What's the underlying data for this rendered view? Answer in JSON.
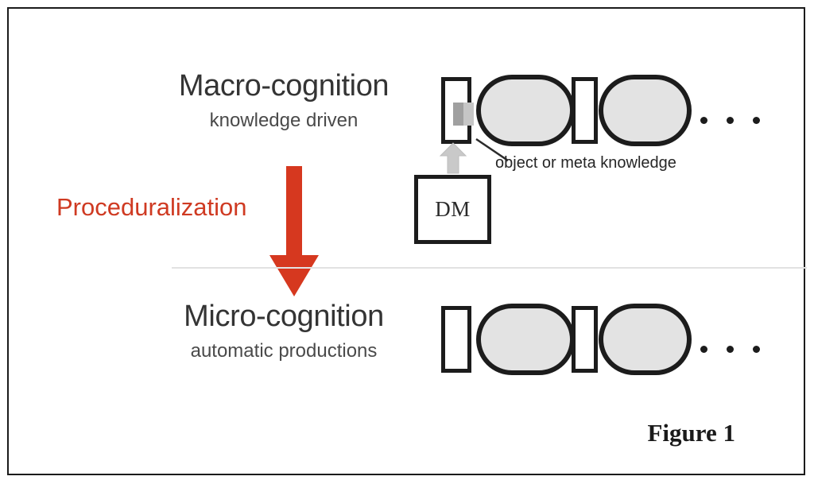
{
  "figure": {
    "caption": "Figure 1",
    "background_color": "#ffffff",
    "border_color": "#1b1b1b"
  },
  "macro": {
    "title": "Macro-cognition",
    "subtitle": "knowledge driven",
    "shapes": [
      {
        "kind": "buffer-rect",
        "name": "buffer-slot-1",
        "filled": true
      },
      {
        "kind": "stadium",
        "name": "chunk-1"
      },
      {
        "kind": "buffer-rect",
        "name": "buffer-slot-2",
        "filled": false
      },
      {
        "kind": "stadium",
        "name": "chunk-2"
      }
    ],
    "ellipsis_dots": 3
  },
  "micro": {
    "title": "Micro-cognition",
    "subtitle": "automatic productions",
    "shapes": [
      {
        "kind": "buffer-rect",
        "name": "buffer-slot-1",
        "filled": false
      },
      {
        "kind": "stadium",
        "name": "chunk-1"
      },
      {
        "kind": "buffer-rect",
        "name": "buffer-slot-2",
        "filled": false
      },
      {
        "kind": "stadium",
        "name": "chunk-2"
      }
    ],
    "ellipsis_dots": 3
  },
  "transition": {
    "label": "Proceduralization",
    "label_color": "#cf3a22",
    "arrow_color": "#d6381f",
    "arrow_direction": "down"
  },
  "declarative_memory": {
    "label": "DM",
    "arrow_color": "#c9c9c9",
    "arrow_direction": "up"
  },
  "annotation": {
    "text": "object or meta knowledge",
    "color": "#262626"
  },
  "divider": {
    "color": "#e2e2e2"
  },
  "colors": {
    "stadium_fill": "#e3e3e3",
    "stroke": "#1c1c1c",
    "buffer_fill_dark": "#a0a0a0",
    "buffer_fill_light": "#c6c6c6"
  }
}
